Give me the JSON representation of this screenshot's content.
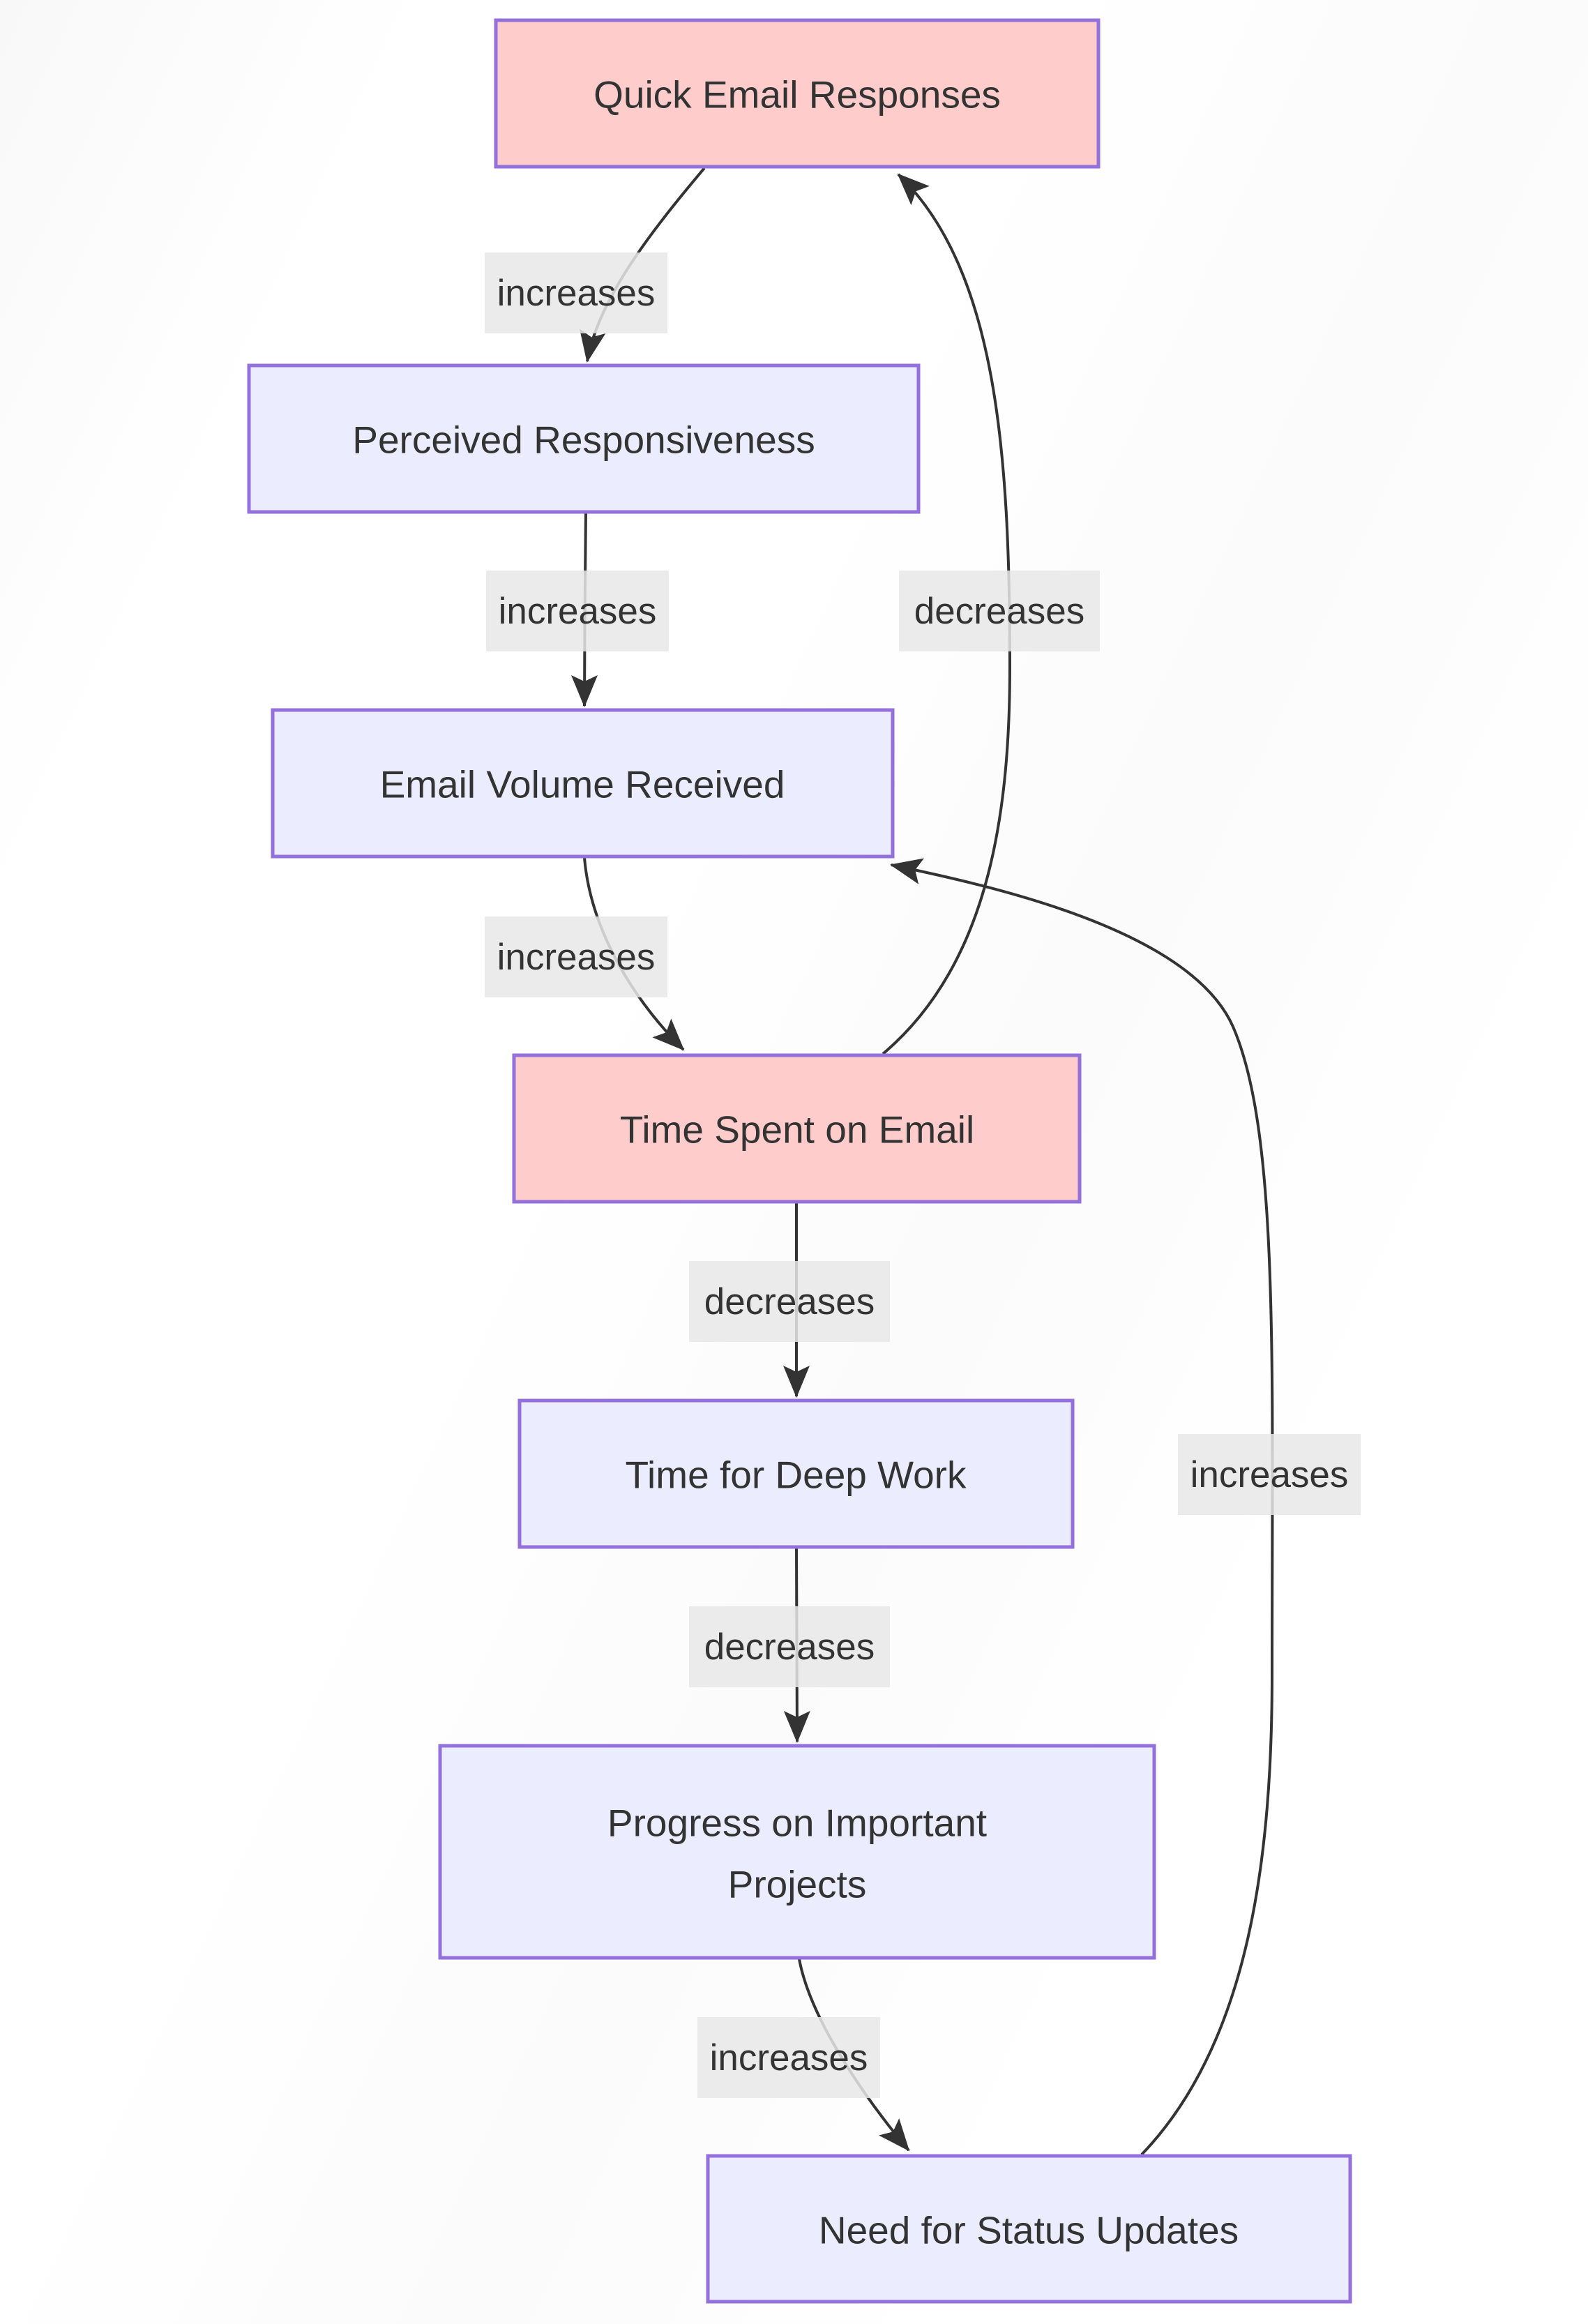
{
  "diagram": {
    "type": "flowchart",
    "direction": "top-down",
    "canvas_bg": "#ffffff",
    "colors": {
      "node_fill": "#ECECFF",
      "highlight_fill": "#FFCCCC",
      "node_border": "#9370DB",
      "edge": "#333333",
      "edge_label_bg": "#e8e8e8",
      "text": "#333333"
    },
    "nodes": [
      {
        "id": "quick-email-responses",
        "label": "Quick Email Responses",
        "kind": "highlight"
      },
      {
        "id": "perceived-responsiveness",
        "label": "Perceived Responsiveness",
        "kind": "default"
      },
      {
        "id": "email-volume-received",
        "label": "Email Volume Received",
        "kind": "default"
      },
      {
        "id": "time-spent-on-email",
        "label": "Time Spent on Email",
        "kind": "highlight"
      },
      {
        "id": "time-for-deep-work",
        "label": "Time for Deep Work",
        "kind": "default"
      },
      {
        "id": "progress-on-important-projects",
        "label": "Progress on Important Projects",
        "kind": "default",
        "lines": [
          "Progress on Important",
          "Projects"
        ]
      },
      {
        "id": "need-for-status-updates",
        "label": "Need for Status Updates",
        "kind": "default"
      }
    ],
    "edges": [
      {
        "from": "quick-email-responses",
        "to": "perceived-responsiveness",
        "label": "increases"
      },
      {
        "from": "perceived-responsiveness",
        "to": "email-volume-received",
        "label": "increases"
      },
      {
        "from": "email-volume-received",
        "to": "time-spent-on-email",
        "label": "increases"
      },
      {
        "from": "time-spent-on-email",
        "to": "time-for-deep-work",
        "label": "decreases"
      },
      {
        "from": "time-for-deep-work",
        "to": "progress-on-important-projects",
        "label": "decreases"
      },
      {
        "from": "progress-on-important-projects",
        "to": "need-for-status-updates",
        "label": "increases"
      },
      {
        "from": "time-spent-on-email",
        "to": "quick-email-responses",
        "label": "decreases"
      },
      {
        "from": "need-for-status-updates",
        "to": "email-volume-received",
        "label": "increases"
      }
    ]
  }
}
